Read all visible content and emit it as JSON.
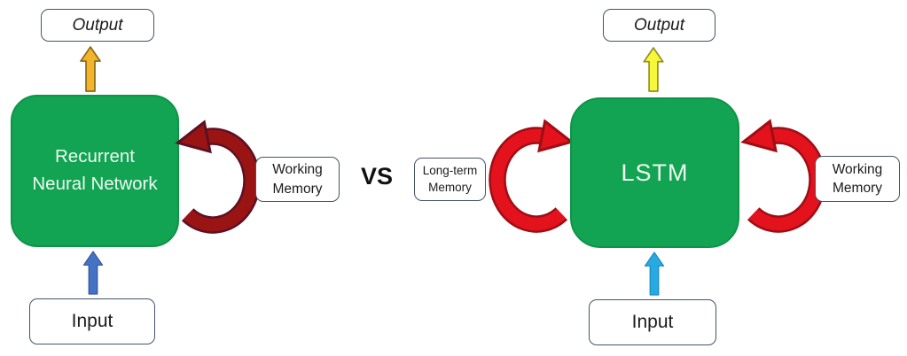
{
  "left": {
    "output": "Output",
    "node_line1": "Recurrent",
    "node_line2": "Neural Network",
    "memory_line1": "Working",
    "memory_line2": "Memory",
    "input": "Input"
  },
  "versus": "VS",
  "right": {
    "output": "Output",
    "node": "LSTM",
    "longterm_line1": "Long-term",
    "longterm_line2": "Memory",
    "memory_line1": "Working",
    "memory_line2": "Memory",
    "input": "Input"
  },
  "icons": {
    "up_arrow": "up-arrow-icon",
    "loop_arrow": "loop-arrow-icon"
  },
  "colors": {
    "node_green": "#12a452",
    "node_green_edge": "#0e9447",
    "box_border": "#44546a",
    "dark_red_loop": "#9b1414",
    "dark_red_loop_edge": "#5d1024",
    "bright_red_loop": "#e3121c",
    "bright_red_loop_edge": "#9e0e14",
    "orange_arrow": "#f2b52a",
    "orange_arrow_edge": "#8a6a14",
    "yellow_arrow": "#f8f83a",
    "yellow_arrow_edge": "#8f8f1f",
    "blue_arrow": "#4472c4",
    "blue_arrow_edge": "#35549b",
    "cyan_arrow": "#27aae1",
    "cyan_arrow_edge": "#1b87c0"
  }
}
